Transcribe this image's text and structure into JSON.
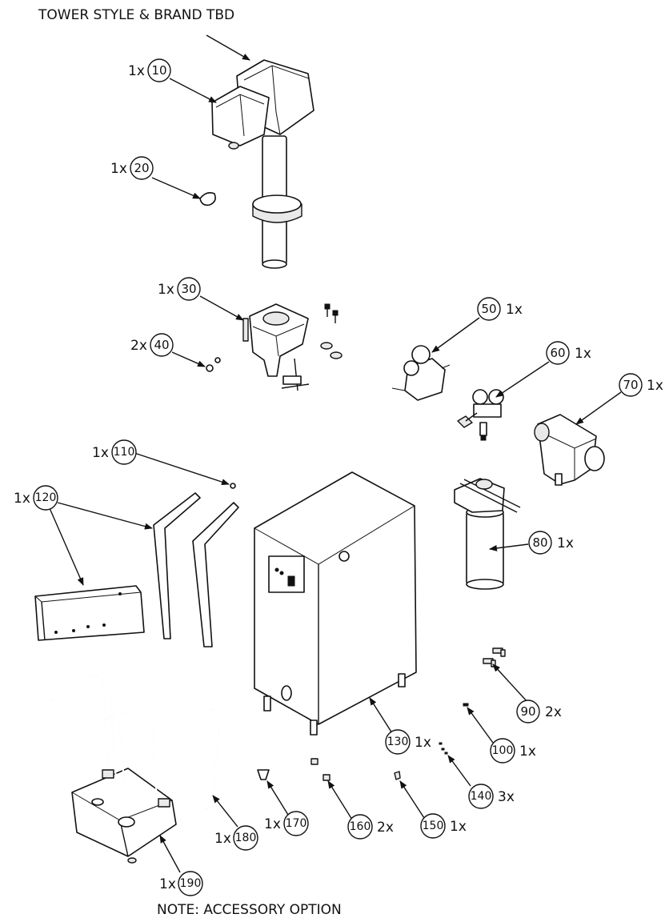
{
  "header_note": "TOWER STYLE & BRAND TBD",
  "footer_note": "NOTE: ACCESSORY OPTION",
  "callouts": [
    {
      "id": "10",
      "qty": "1x"
    },
    {
      "id": "20",
      "qty": "1x"
    },
    {
      "id": "30",
      "qty": "1x"
    },
    {
      "id": "40",
      "qty": "2x"
    },
    {
      "id": "50",
      "qty": "1x"
    },
    {
      "id": "60",
      "qty": "1x"
    },
    {
      "id": "70",
      "qty": "1x"
    },
    {
      "id": "80",
      "qty": "1x"
    },
    {
      "id": "90",
      "qty": "2x"
    },
    {
      "id": "100",
      "qty": "1x"
    },
    {
      "id": "110",
      "qty": "1x"
    },
    {
      "id": "120",
      "qty": "1x"
    },
    {
      "id": "130",
      "qty": "1x"
    },
    {
      "id": "140",
      "qty": "3x"
    },
    {
      "id": "150",
      "qty": "1x"
    },
    {
      "id": "160",
      "qty": "2x"
    },
    {
      "id": "170",
      "qty": "1x"
    },
    {
      "id": "180",
      "qty": "1x"
    },
    {
      "id": "190",
      "qty": "1x"
    }
  ]
}
